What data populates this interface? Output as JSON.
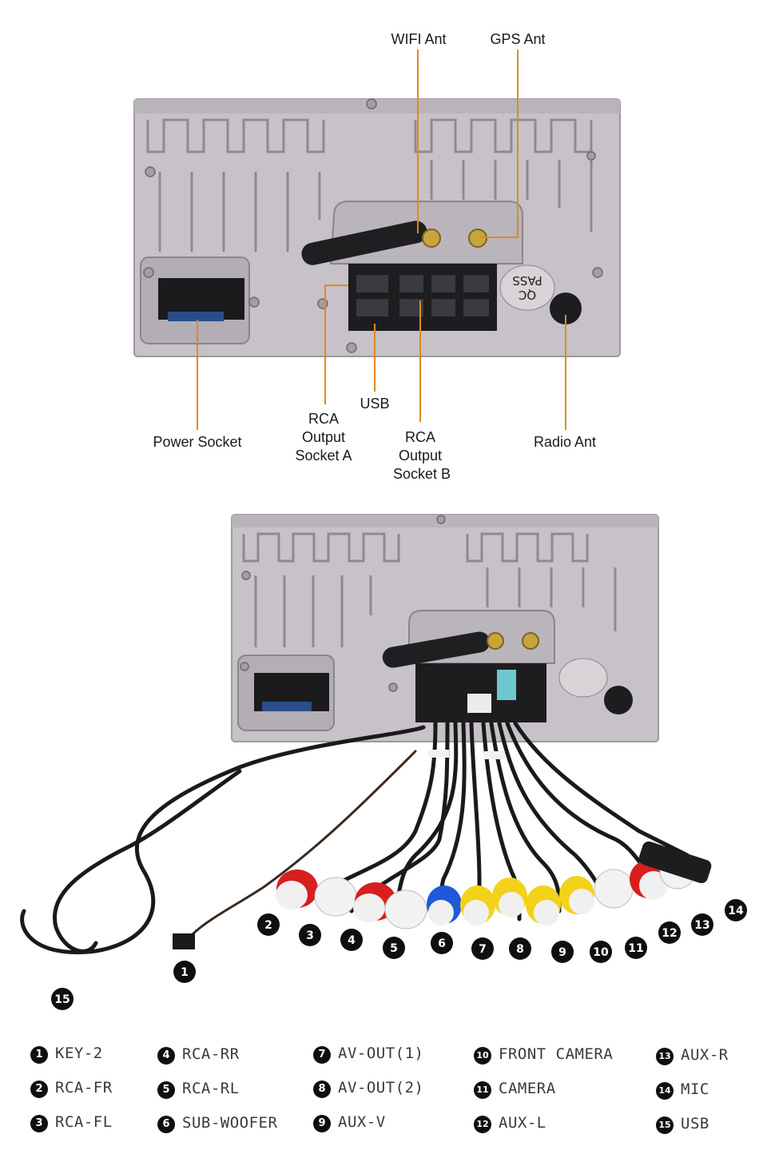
{
  "top_labels": {
    "wifi_ant": "WIFI Ant",
    "gps_ant": "GPS Ant",
    "power_socket": "Power Socket",
    "rca_a_1": "RCA",
    "rca_a_2": "Output",
    "rca_a_3": "Socket A",
    "usb": "USB",
    "rca_b_1": "RCA",
    "rca_b_2": "Output",
    "rca_b_3": "Socket B",
    "radio_ant": "Radio Ant"
  },
  "unit_markings": {
    "qc_pass_1": "QC",
    "qc_pass_2": "PASS"
  },
  "callouts": [
    "1",
    "2",
    "3",
    "4",
    "5",
    "6",
    "7",
    "8",
    "9",
    "10",
    "11",
    "12",
    "13",
    "14",
    "15"
  ],
  "legend": [
    {
      "num": "1",
      "label": "KEY-2"
    },
    {
      "num": "2",
      "label": "RCA-FR"
    },
    {
      "num": "3",
      "label": "RCA-FL"
    },
    {
      "num": "4",
      "label": "RCA-RR"
    },
    {
      "num": "5",
      "label": "RCA-RL"
    },
    {
      "num": "6",
      "label": "SUB-WOOFER"
    },
    {
      "num": "7",
      "label": "AV-OUT(1)"
    },
    {
      "num": "8",
      "label": "AV-OUT(2)"
    },
    {
      "num": "9",
      "label": "AUX-V"
    },
    {
      "num": "10",
      "label": "FRONT CAMERA"
    },
    {
      "num": "11",
      "label": "CAMERA"
    },
    {
      "num": "12",
      "label": "AUX-L"
    },
    {
      "num": "13",
      "label": "AUX-R"
    },
    {
      "num": "14",
      "label": "MIC"
    },
    {
      "num": "15",
      "label": "USB"
    }
  ],
  "colors": {
    "leader_line": "#e08a1e",
    "chassis": "#c9c3ca",
    "plug_red": "#d81e1e",
    "plug_white": "#f2f2f2",
    "plug_yellow": "#f3d21a",
    "plug_blue": "#1e5ad8"
  }
}
